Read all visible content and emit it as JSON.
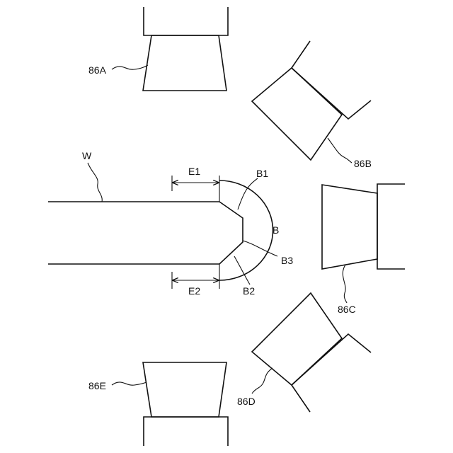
{
  "figure": {
    "labels": {
      "w": "W",
      "e1": "E1",
      "e2": "E2",
      "b": "B",
      "b1": "B1",
      "b2": "B2",
      "b3": "B3",
      "n86a": "86A",
      "n86b": "86B",
      "n86c": "86C",
      "n86d": "86D",
      "n86e": "86E"
    },
    "colors": {
      "line": "#111111",
      "background": "#ffffff"
    }
  }
}
